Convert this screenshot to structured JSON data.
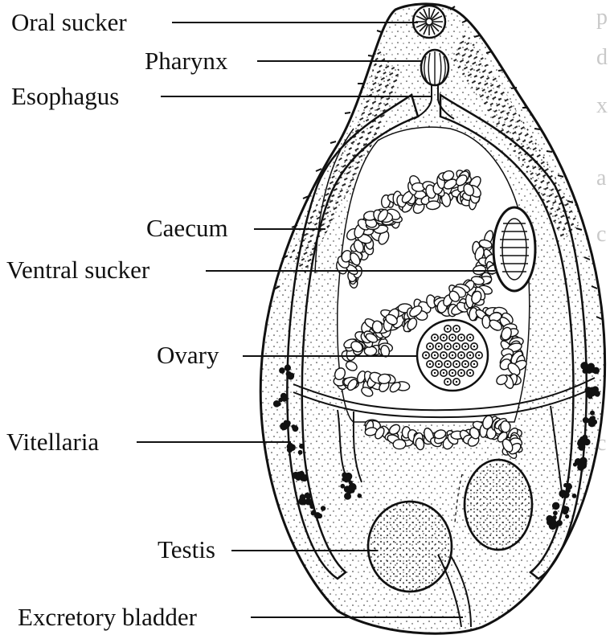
{
  "labels": {
    "oral_sucker": "Oral sucker",
    "pharynx": "Pharynx",
    "esophagus": "Esophagus",
    "caecum": "Caecum",
    "ventral_sucker": "Ventral sucker",
    "ovary": "Ovary",
    "vitellaria": "Vitellaria",
    "testis": "Testis",
    "excretory_bladder": "Excretory bladder"
  },
  "colors": {
    "ink": "#111111",
    "paper": "#ffffff",
    "bleed_through": "#c9c9c9"
  }
}
